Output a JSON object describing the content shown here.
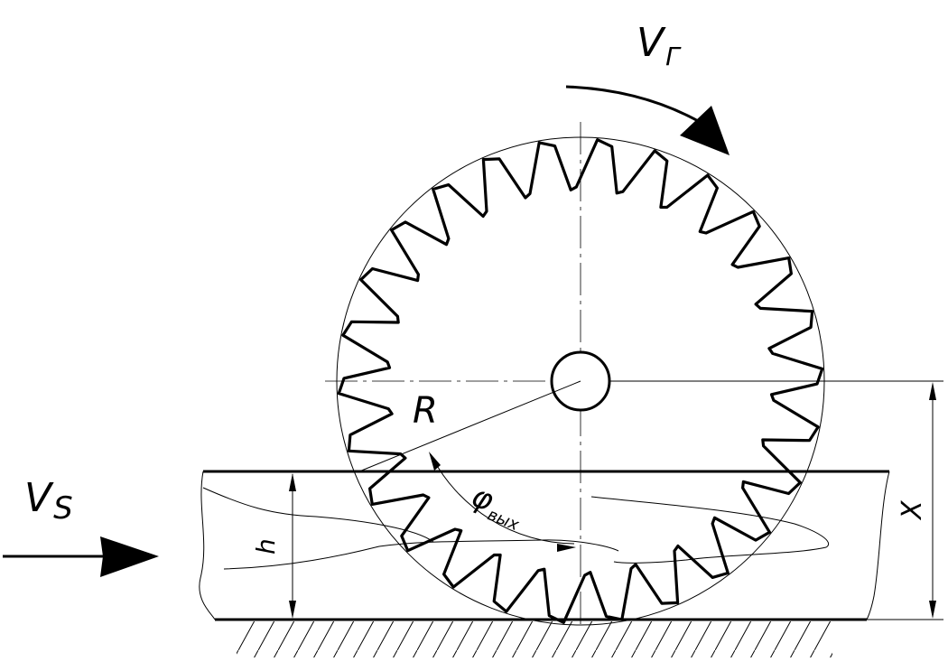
{
  "labels": {
    "v_rotation": "V",
    "v_rotation_sub": "Г",
    "v_feed": "V",
    "v_feed_sub": "S",
    "radius": "R",
    "angle": "φ",
    "angle_sub": "вых",
    "height": "h",
    "position": "X"
  },
  "saw": {
    "tooth_count": 26,
    "rotation_direction": "clockwise"
  },
  "colors": {
    "stroke": "#000000",
    "background": "#ffffff"
  }
}
